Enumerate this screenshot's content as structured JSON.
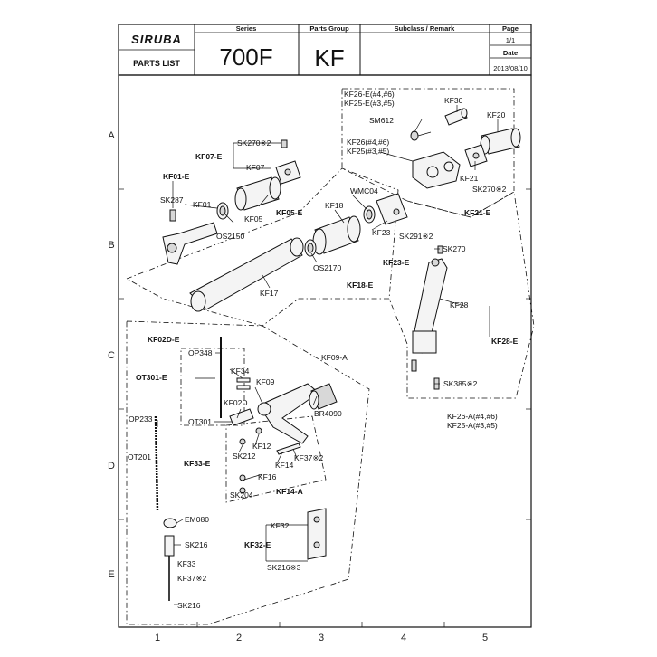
{
  "header": {
    "logo": "SIRUBA",
    "doc_type": "PARTS LIST",
    "series_label": "Series",
    "series_value": "700F",
    "group_label": "Parts Group",
    "group_value": "KF",
    "subclass_label": "Subclass / Remark",
    "page_label": "Page",
    "page_value": "1/1",
    "date_label": "Date",
    "date_value": "2013/08/10"
  },
  "grid": {
    "rows": [
      "A",
      "B",
      "C",
      "D",
      "E"
    ],
    "cols": [
      "1",
      "2",
      "3",
      "4",
      "5"
    ]
  },
  "labels": {
    "kf26e": "KF26-E(#4,#6)",
    "kf25e": "KF25-E(#3,#5)",
    "kf30": "KF30",
    "kf20": "KF20",
    "sm612": "SM612",
    "kf26": "KF26(#4,#6)",
    "kf25": "KF25(#3,#5)",
    "kf21": "KF21",
    "sk270x2_a": "SK270※2",
    "kf21e": "KF21-E",
    "sk270x2_b": "SK270※2",
    "kf07e": "KF07-E",
    "kf07": "KF07",
    "kf01e": "KF01-E",
    "sk287": "SK287",
    "kf01": "KF01",
    "kf05": "KF05",
    "kf05e": "KF05-E",
    "os2150": "OS2150",
    "wmc04": "WMC04",
    "kf18": "KF18",
    "kf23": "KF23",
    "sk291x2": "SK291※2",
    "sk270": "SK270",
    "kf23e": "KF23-E",
    "os2170": "OS2170",
    "kf18e": "KF18-E",
    "kf17": "KF17",
    "kf28": "KF28",
    "kf28e": "KF28-E",
    "sk385x2": "SK385※2",
    "kf26a": "KF26-A(#4,#6)",
    "kf25a": "KF25-A(#3,#5)",
    "kf02de": "KF02D-E",
    "op348": "OP348",
    "ot301e": "OT301-E",
    "kf09a": "KF09-A",
    "kf34": "KF34",
    "kf09": "KF09",
    "kf02d": "KF02D",
    "ot301": "OT301",
    "op233": "OP233",
    "br4090": "BR4090",
    "kf12": "KF12",
    "sk212": "SK212",
    "kf14": "KF14",
    "kf37x2_a": "KF37※2",
    "ot201": "OT201",
    "kf33e": "KF33-E",
    "kf16": "KF16",
    "sk204": "SK204",
    "kf14a": "KF14-A",
    "em080": "EM080",
    "kf32": "KF32",
    "kf32e": "KF32-E",
    "sk216_a": "SK216",
    "kf33": "KF33",
    "kf37x2_b": "KF37※2",
    "sk216x3": "SK216※3",
    "sk216_b": "SK216"
  }
}
